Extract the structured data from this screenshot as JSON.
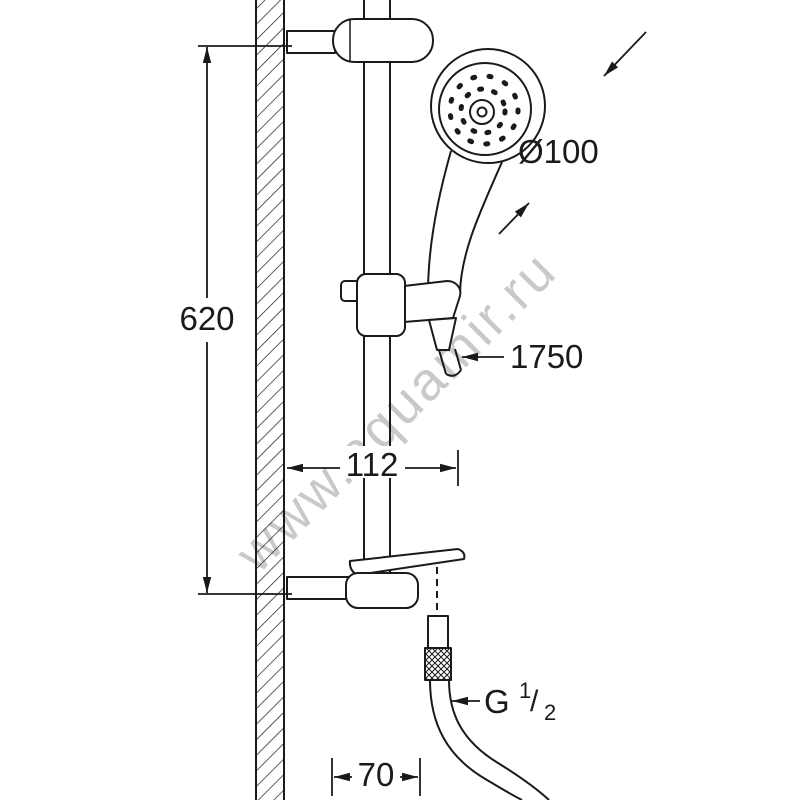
{
  "colors": {
    "background": "#ffffff",
    "line": "#1a1a1a",
    "watermark": "#c9c9c9"
  },
  "watermark": "www.aquamir.ru",
  "labels": {
    "rail_height": "620",
    "head_diameter": "Ø100",
    "hose_length": "1750",
    "mid_offset": "112",
    "bottom_offset": "70",
    "thread_G": "G",
    "thread_num": "1",
    "thread_slash": "/",
    "thread_den": "2"
  }
}
